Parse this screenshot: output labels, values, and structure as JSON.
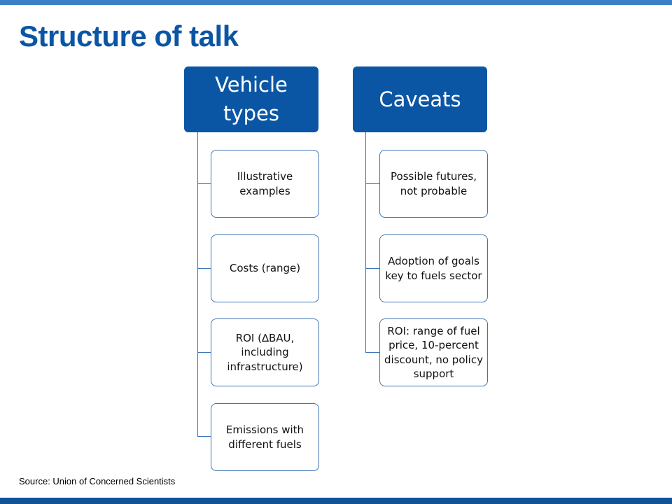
{
  "title": "Structure of talk",
  "accent_color": "#0b56a4",
  "diagram": {
    "groups": [
      {
        "header": "Vehicle types",
        "children": [
          "Illustrative examples",
          "Costs (range)",
          "ROI (∆BAU, including infrastructure)",
          "Emissions with different fuels"
        ]
      },
      {
        "header": "Caveats",
        "children": [
          "Possible futures, not probable",
          "Adoption of goals key to fuels sector",
          "ROI: range of fuel price, 10-percent discount, no policy support"
        ]
      }
    ]
  },
  "source": "Source: Union of Concerned Scientists"
}
